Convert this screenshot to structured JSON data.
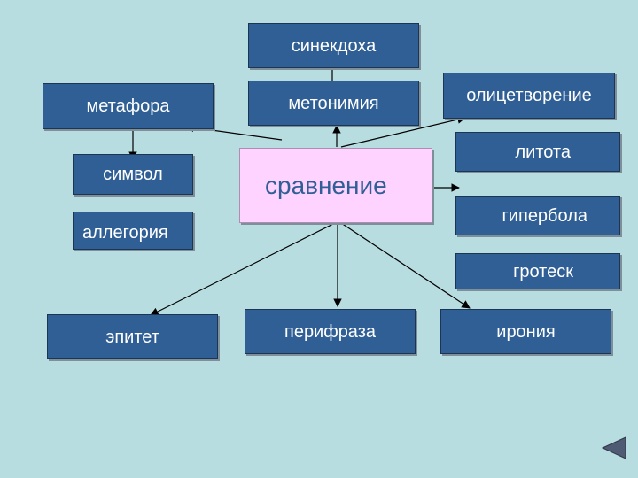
{
  "nodes": {
    "sinekdokha": "синекдоха",
    "metafora": "метафора",
    "metonimiya": "метонимия",
    "olitsetvorenie": "олицетворение",
    "litota": "литота",
    "simvol": "символ",
    "sravnenie": "сравнение",
    "allegoriya": "аллегория",
    "giperbola": "гипербола",
    "grotesk": "гротеск",
    "epitet": "эпитет",
    "perifraza": "перифраза",
    "ironiya": "ирония"
  },
  "colors": {
    "background": "#b8dde0",
    "box_fill": "#2f5f95",
    "center_fill": "#ffd3ff",
    "center_text": "#2f5f95",
    "box_text": "#ffffff"
  },
  "nav": {
    "icon": "back-triangle-icon"
  }
}
